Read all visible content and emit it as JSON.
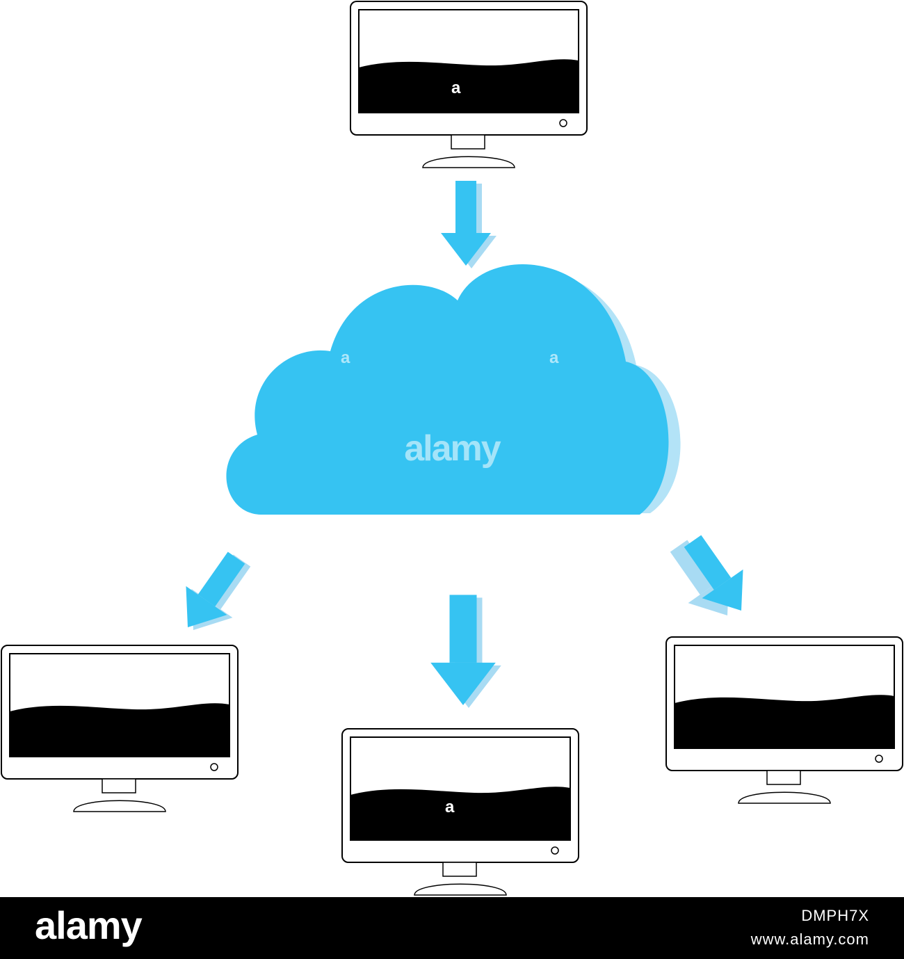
{
  "diagram": {
    "cloud_label": "alamy",
    "watermark_letter": "a",
    "colors": {
      "cloud": "#36c3f2",
      "cloud_shadow": "#b3e3f7",
      "arrow": "#36c3f2",
      "arrow_shadow": "#a8dbf3",
      "monitor_outline": "#000000",
      "screen_wave": "#000000"
    },
    "nodes": [
      "monitor-top",
      "cloud",
      "monitor-bottom-left",
      "monitor-bottom-center",
      "monitor-bottom-right"
    ],
    "edges": [
      {
        "from": "monitor-top",
        "to": "cloud"
      },
      {
        "from": "cloud",
        "to": "monitor-bottom-left"
      },
      {
        "from": "cloud",
        "to": "monitor-bottom-center"
      },
      {
        "from": "cloud",
        "to": "monitor-bottom-right"
      }
    ]
  },
  "footer": {
    "logo": "alamy",
    "image_id": "DMPH7X",
    "site": "www.alamy.com"
  }
}
